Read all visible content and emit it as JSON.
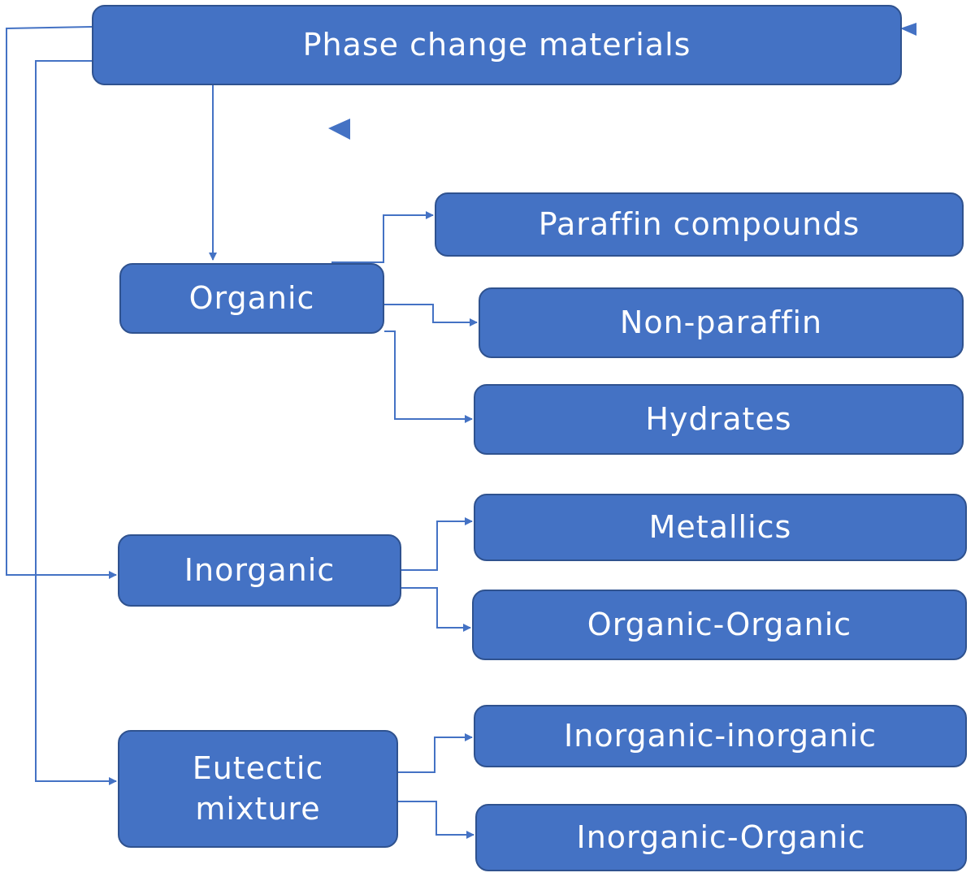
{
  "diagram": {
    "root": {
      "label": "Phase change materials"
    },
    "categories": [
      {
        "label": "Organic",
        "children": [
          "Paraffin compounds",
          "Non-paraffin",
          "Hydrates"
        ]
      },
      {
        "label": "Inorganic",
        "children": [
          "Metallics",
          "Organic-Organic"
        ]
      },
      {
        "label": "Eutectic\nmixture",
        "children": [
          "Inorganic-inorganic",
          "Inorganic-Organic"
        ]
      }
    ],
    "colors": {
      "box_fill": "#4472c4",
      "box_border": "#2f528f",
      "text": "#ffffff",
      "connector": "#4472c4"
    }
  }
}
